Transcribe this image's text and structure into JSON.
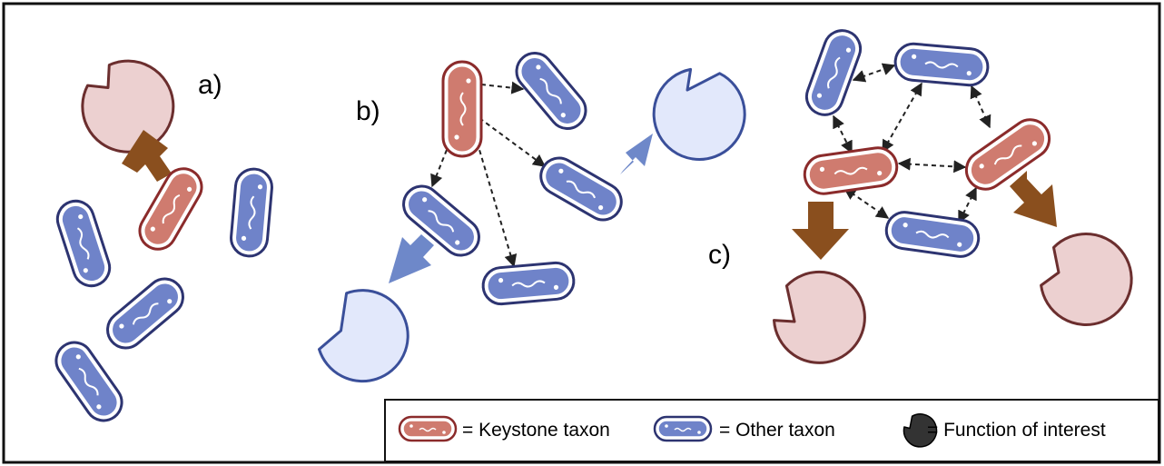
{
  "panels": {
    "a": {
      "label": "a)"
    },
    "b": {
      "label": "b)"
    },
    "c": {
      "label": "c)"
    }
  },
  "legend": {
    "keystone": "= Keystone taxon",
    "other": "= Other taxon",
    "function": "= Function of interest"
  },
  "colors": {
    "keystone_fill": "#cf7b6f",
    "keystone_stroke": "#8b2b2b",
    "other_fill": "#6f83c9",
    "other_stroke": "#2d3471",
    "function_keystone_fill": "#ecd0d0",
    "function_keystone_stroke": "#6b2e2e",
    "function_other_fill": "#e2e8fb",
    "function_other_stroke": "#3a4f9a",
    "arrow_keystone": "#8a4f1e",
    "arrow_other": "#6e88c9",
    "legend_function": "#333333"
  }
}
